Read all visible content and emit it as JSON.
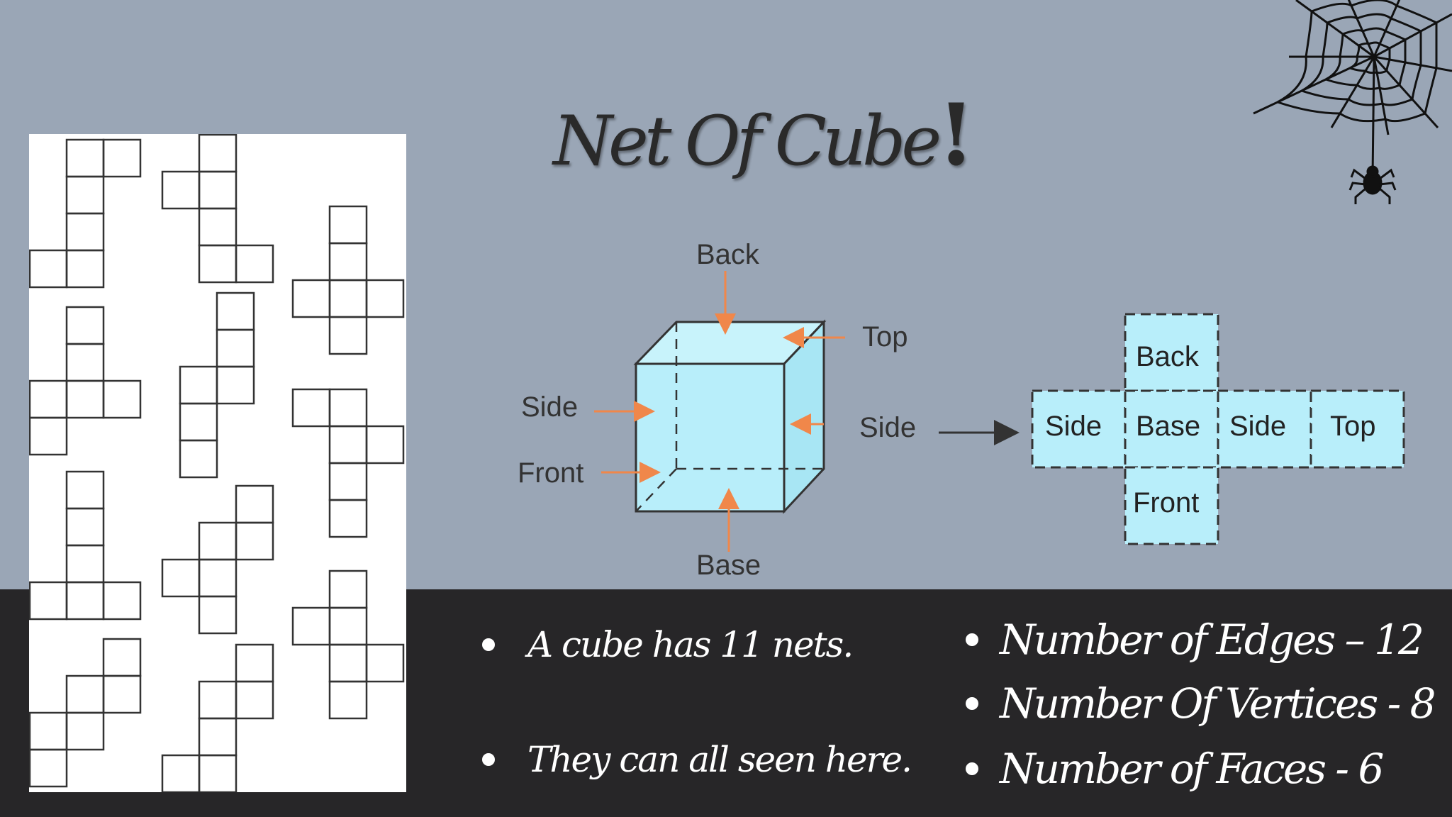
{
  "slide": {
    "title": "Net Of Cube",
    "title_mark": "!"
  },
  "cube_diagram": {
    "labels": {
      "back": "Back",
      "top": "Top",
      "side_left": "Side",
      "side_right": "Side",
      "front": "Front",
      "base": "Base"
    },
    "net_labels": {
      "back": "Back",
      "side_1": "Side",
      "base": "Base",
      "side_2": "Side",
      "top": "Top",
      "front": "Front"
    },
    "colors": {
      "cube_fill": "#b8eefa",
      "arrow": "#f0874a",
      "edge": "#333333"
    }
  },
  "bullets_left": [
    {
      "text": "A cube has 11 nets."
    },
    {
      "text": "They can all seen here."
    }
  ],
  "bullets_right": [
    {
      "text": "Number of Edges – 12"
    },
    {
      "text": "Number Of Vertices - 8"
    },
    {
      "text": "Number of Faces - 6"
    }
  ],
  "colors": {
    "background_top": "#9aa6b6",
    "background_bottom": "#272628"
  }
}
